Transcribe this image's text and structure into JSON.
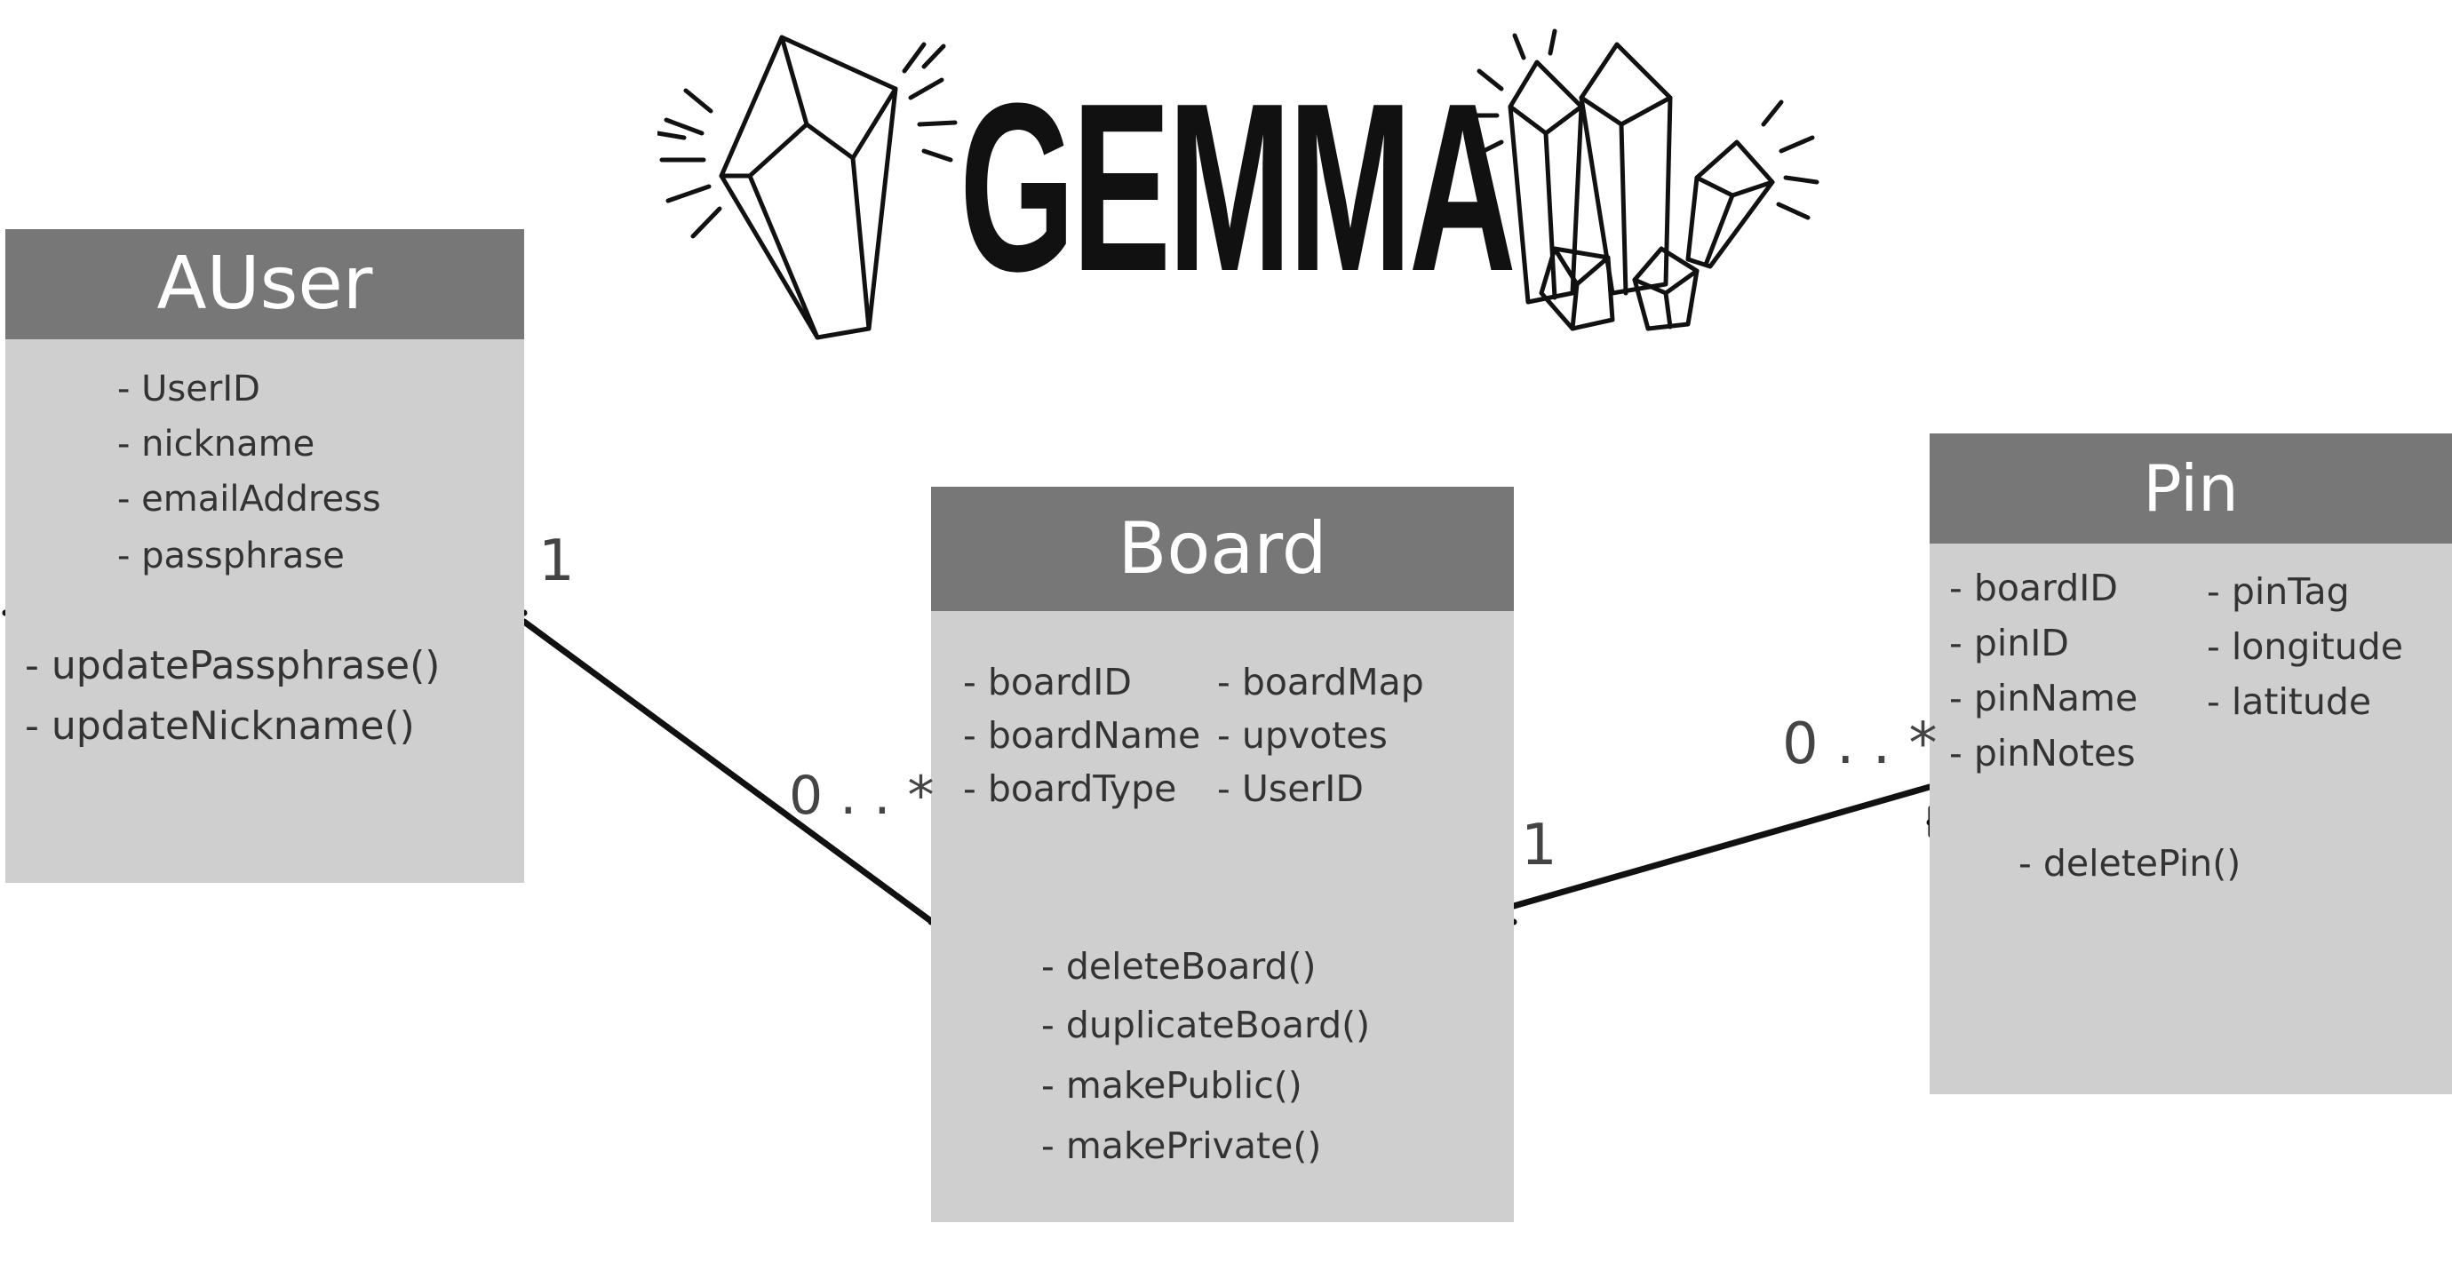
{
  "logo": {
    "text": "GEMMA"
  },
  "classes": {
    "auser": {
      "name": "AUser",
      "attributes": [
        "- UserID",
        "- nickname",
        "- emailAddress",
        "- passphrase"
      ],
      "methods": [
        "- updatePassphrase()",
        "- updateNickname()"
      ]
    },
    "board": {
      "name": "Board",
      "attributes_left": [
        "- boardID",
        "- boardName",
        "- boardType"
      ],
      "attributes_right": [
        "- boardMap",
        "- upvotes",
        "- UserID"
      ],
      "methods": [
        "- deleteBoard()",
        "- duplicateBoard()",
        "- makePublic()",
        "- makePrivate()"
      ]
    },
    "pin": {
      "name": "Pin",
      "attributes_left": [
        "- boardID",
        "- pinID",
        "- pinName",
        "- pinNotes"
      ],
      "attributes_right": [
        "- pinTag",
        "- longitude",
        "- latitude"
      ],
      "methods": [
        "- deletePin()"
      ]
    }
  },
  "associations": [
    {
      "from": "AUser",
      "to": "Board",
      "from_multiplicity": "1",
      "to_multiplicity": "0 . . *"
    },
    {
      "from": "Board",
      "to": "Pin",
      "from_multiplicity": "1",
      "to_multiplicity": "0 . . *"
    }
  ]
}
